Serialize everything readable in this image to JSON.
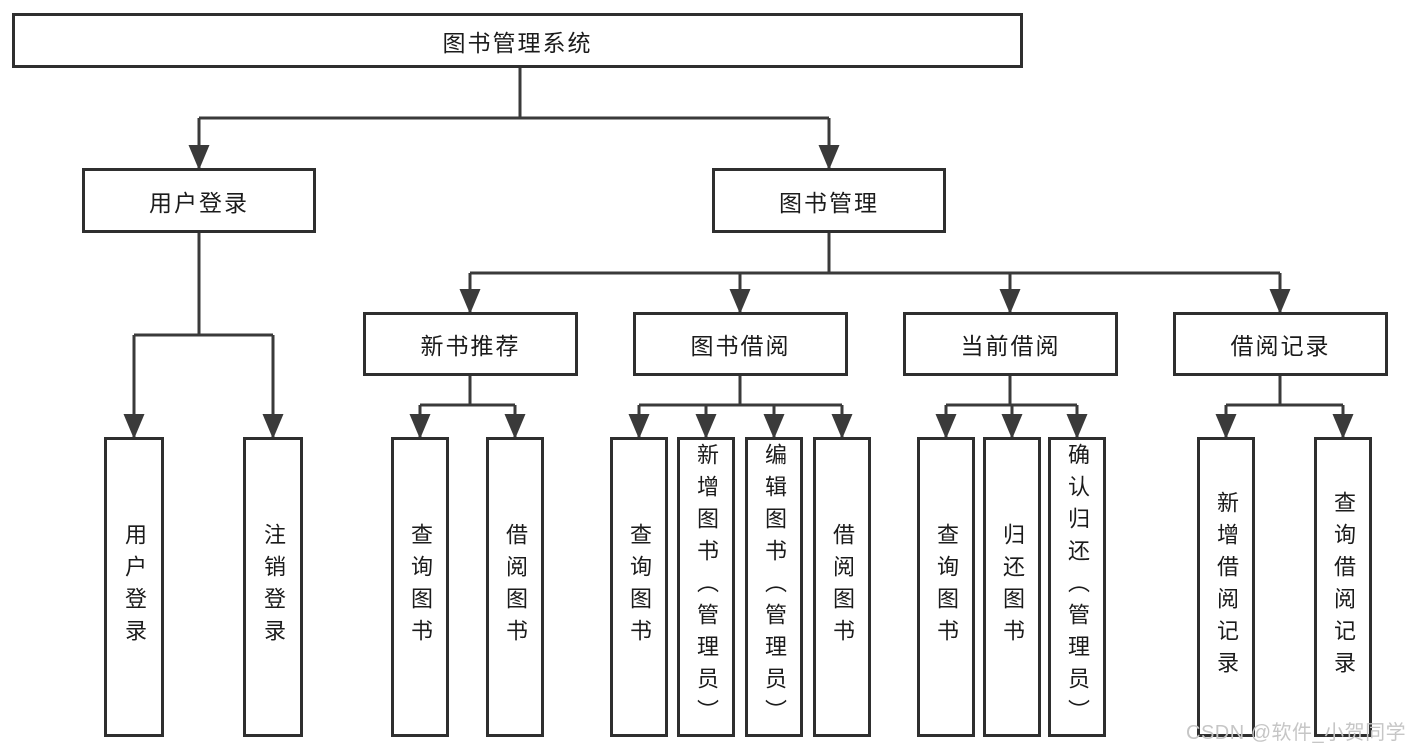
{
  "diagram_title": "图书管理系统",
  "tree": {
    "root": {
      "label": "图书管理系统"
    },
    "children": [
      {
        "label": "用户登录",
        "children": [
          {
            "label": "用户登录"
          },
          {
            "label": "注销登录"
          }
        ]
      },
      {
        "label": "图书管理",
        "children": [
          {
            "label": "新书推荐",
            "children": [
              {
                "label": "查询图书"
              },
              {
                "label": "借阅图书"
              }
            ]
          },
          {
            "label": "图书借阅",
            "children": [
              {
                "label": "查询图书"
              },
              {
                "label": "新增图书（管理员）"
              },
              {
                "label": "编辑图书（管理员）"
              },
              {
                "label": "借阅图书"
              }
            ]
          },
          {
            "label": "当前借阅",
            "children": [
              {
                "label": "查询图书"
              },
              {
                "label": "归还图书"
              },
              {
                "label": "确认归还（管理员）"
              }
            ]
          },
          {
            "label": "借阅记录",
            "children": [
              {
                "label": "新增借阅记录"
              },
              {
                "label": "查询借阅记录"
              }
            ]
          }
        ]
      }
    ]
  },
  "watermark": {
    "text": "CSDN @软件_小贺同学"
  },
  "colors": {
    "background": "#ffffff",
    "line": "#3a3a3a",
    "box_border": "#2f2f2f",
    "text": "#1b1b1b",
    "watermark": "#c6c6c6"
  }
}
